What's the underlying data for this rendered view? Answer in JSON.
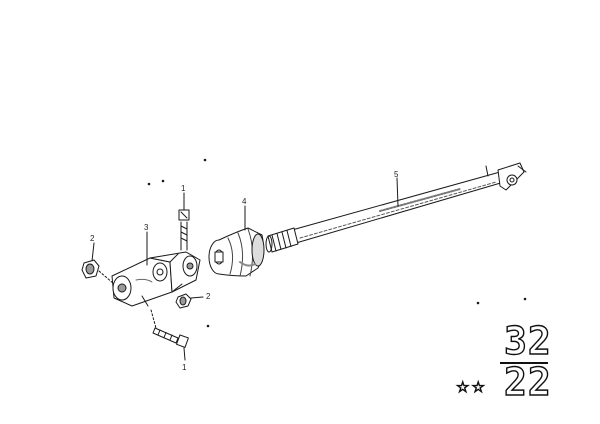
{
  "callouts": {
    "c1_top": "1",
    "c1_bottom": "1",
    "c2_left": "2",
    "c2_right": "2",
    "c3": "3",
    "c4": "4",
    "c5": "5"
  },
  "group_ref": {
    "top": "32",
    "bottom": "22",
    "stars": "☆☆"
  },
  "colors": {
    "line": "#1a1a1a",
    "fill": "#ffffff",
    "shade": "#9a9a9a"
  }
}
